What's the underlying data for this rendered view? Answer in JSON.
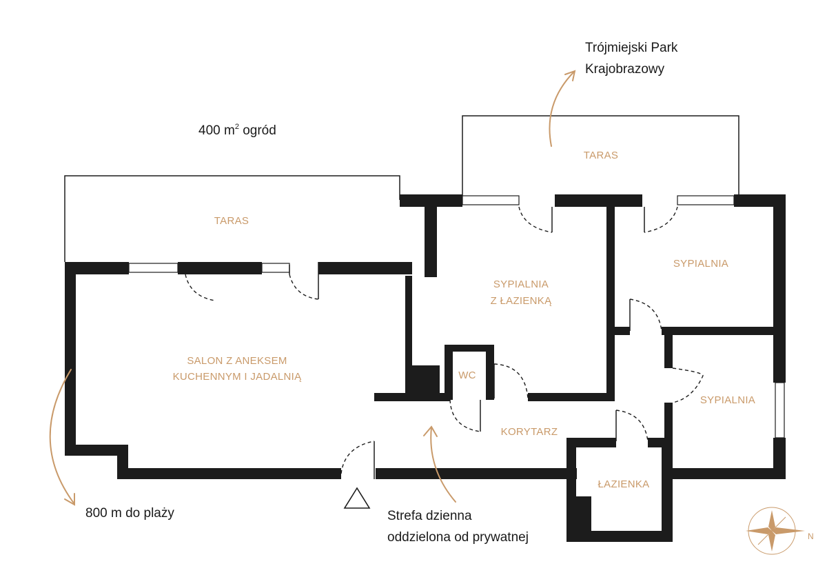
{
  "accent_color": "#c99a6a",
  "wall_color": "#1c1c1c",
  "rooms": {
    "taras_left": "TARAS",
    "taras_top": "TARAS",
    "salon_line1": "SALON Z ANEKSEM",
    "salon_line2": "KUCHENNYM I JADALNIĄ",
    "bedroom_bath_line1": "SYPIALNIA",
    "bedroom_bath_line2": "Z ŁAZIENKĄ",
    "bedroom_right_top": "SYPIALNIA",
    "bedroom_right_mid": "SYPIALNIA",
    "wc": "WC",
    "corridor": "KORYTARZ",
    "bathroom": "ŁAZIENKA"
  },
  "notes": {
    "garden_prefix": "400 m",
    "garden_sup": "2",
    "garden_suffix": " ogród",
    "park_line1": "Trójmiejski Park",
    "park_line2": "Krajobrazowy",
    "beach": "800 m do plaży",
    "zone_line1": "Strefa dzienna",
    "zone_line2": "oddzielona od prywatnej"
  },
  "compass": {
    "north_label": "N",
    "icon": "compass-rose-icon"
  },
  "entrance": {
    "icon": "entrance-triangle-icon"
  }
}
